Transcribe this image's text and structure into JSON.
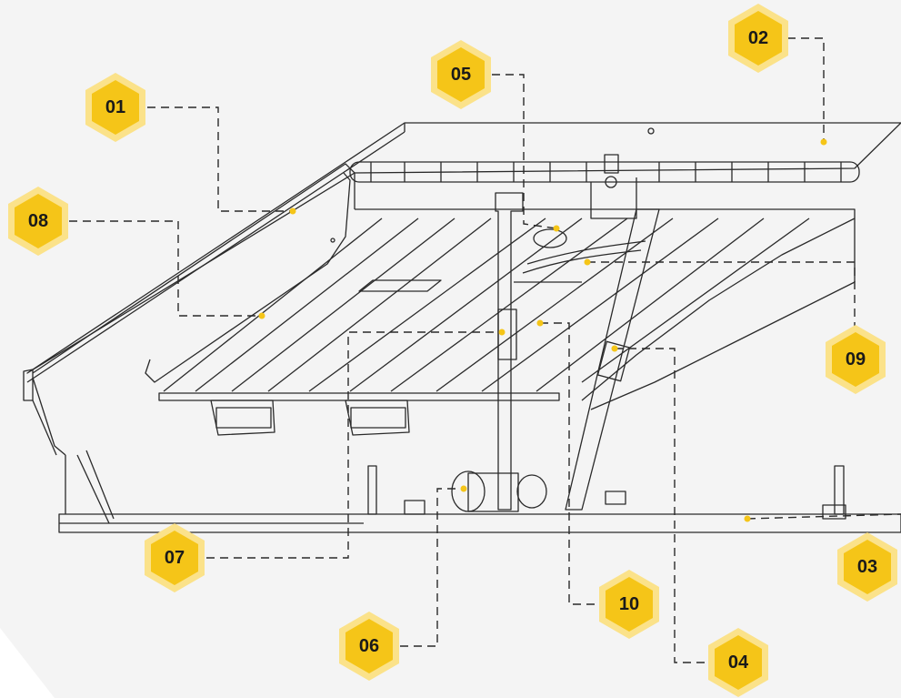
{
  "colors": {
    "background": "#f4f4f4",
    "corner": "#ffffff",
    "line": "#2a2a2a",
    "hex_fill": "#f5c518",
    "hex_halo": "#fbe28a",
    "dot": "#f5c518",
    "leader": "#2a2a2a"
  },
  "callouts": [
    {
      "id": "c01",
      "label": "01"
    },
    {
      "id": "c02",
      "label": "02"
    },
    {
      "id": "c03",
      "label": "03"
    },
    {
      "id": "c04",
      "label": "04"
    },
    {
      "id": "c05",
      "label": "05"
    },
    {
      "id": "c06",
      "label": "06"
    },
    {
      "id": "c07",
      "label": "07"
    },
    {
      "id": "c08",
      "label": "08"
    },
    {
      "id": "c09",
      "label": "09"
    },
    {
      "id": "c10",
      "label": "10"
    }
  ]
}
